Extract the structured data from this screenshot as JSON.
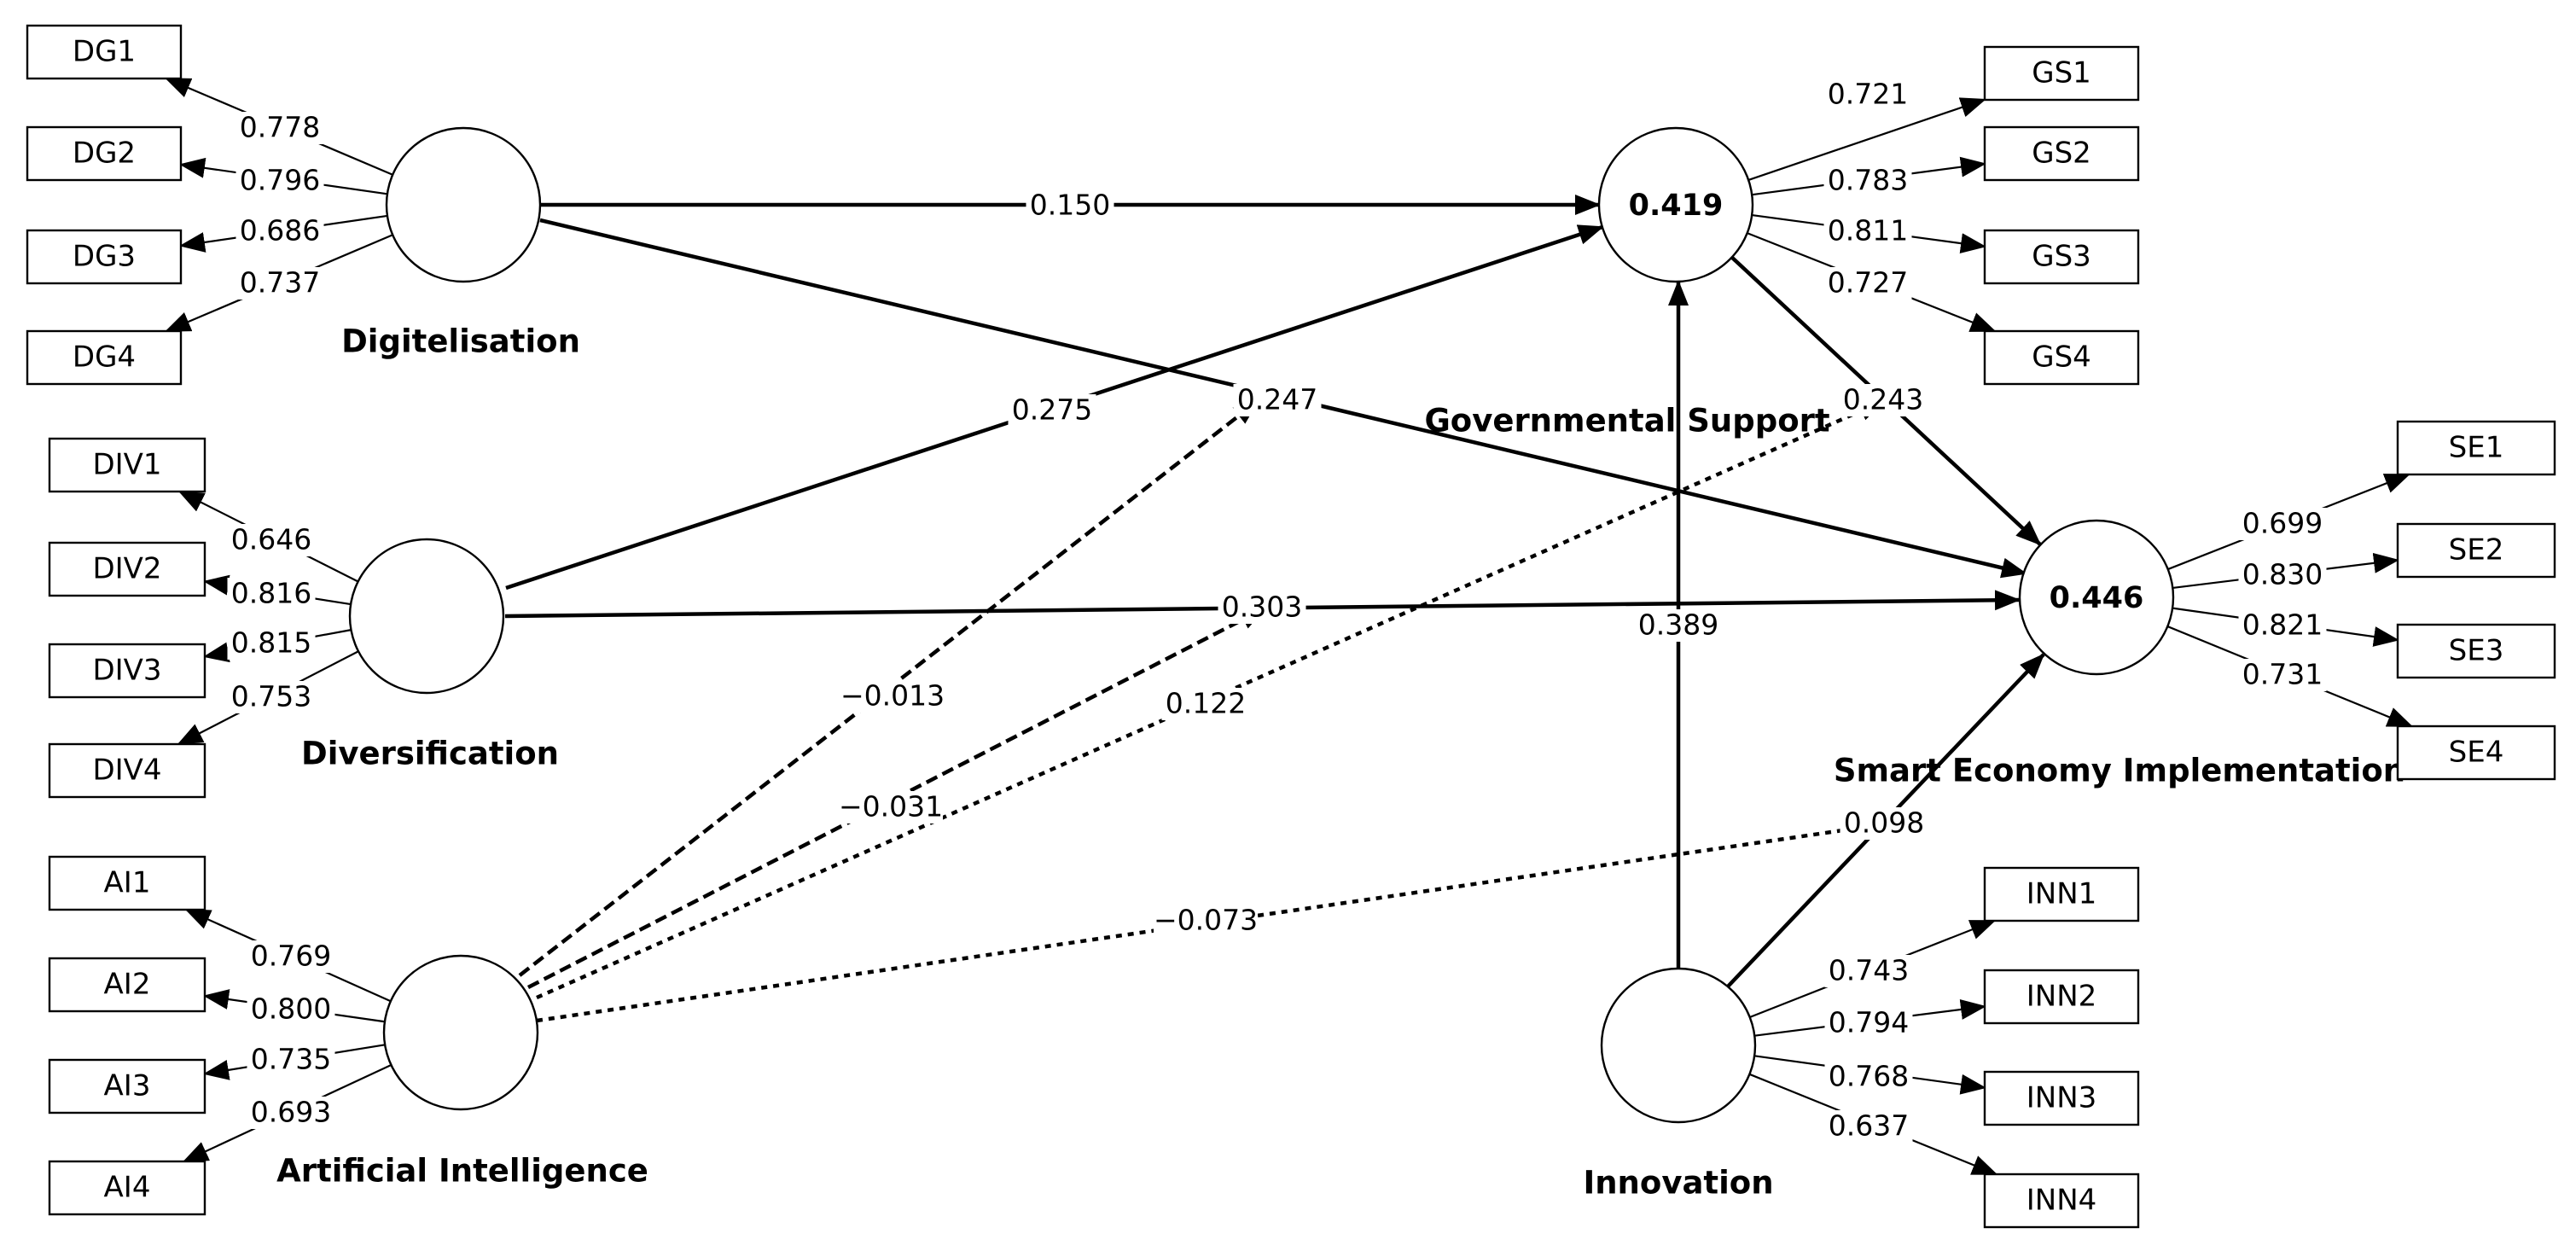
{
  "latents": [
    {
      "id": "dig",
      "name": "Digitelisation",
      "r2": ""
    },
    {
      "id": "div",
      "name": "Diversification",
      "r2": ""
    },
    {
      "id": "ai",
      "name": "Artificial Intelligence",
      "r2": ""
    },
    {
      "id": "gs",
      "name": "Governmental Support",
      "r2": "0.419"
    },
    {
      "id": "se",
      "name": "Smart Economy Implementation",
      "r2": "0.446"
    },
    {
      "id": "inn",
      "name": "Innovation",
      "r2": ""
    }
  ],
  "indicators": [
    {
      "id": "DG1",
      "latent": "dig",
      "loading": "0.778"
    },
    {
      "id": "DG2",
      "latent": "dig",
      "loading": "0.796"
    },
    {
      "id": "DG3",
      "latent": "dig",
      "loading": "0.686"
    },
    {
      "id": "DG4",
      "latent": "dig",
      "loading": "0.737"
    },
    {
      "id": "DIV1",
      "latent": "div",
      "loading": "0.646"
    },
    {
      "id": "DIV2",
      "latent": "div",
      "loading": "0.816"
    },
    {
      "id": "DIV3",
      "latent": "div",
      "loading": "0.815"
    },
    {
      "id": "DIV4",
      "latent": "div",
      "loading": "0.753"
    },
    {
      "id": "AI1",
      "latent": "ai",
      "loading": "0.769"
    },
    {
      "id": "AI2",
      "latent": "ai",
      "loading": "0.800"
    },
    {
      "id": "AI3",
      "latent": "ai",
      "loading": "0.735"
    },
    {
      "id": "AI4",
      "latent": "ai",
      "loading": "0.693"
    },
    {
      "id": "GS1",
      "latent": "gs",
      "loading": "0.721"
    },
    {
      "id": "GS2",
      "latent": "gs",
      "loading": "0.783"
    },
    {
      "id": "GS3",
      "latent": "gs",
      "loading": "0.811"
    },
    {
      "id": "GS4",
      "latent": "gs",
      "loading": "0.727"
    },
    {
      "id": "SE1",
      "latent": "se",
      "loading": "0.699"
    },
    {
      "id": "SE2",
      "latent": "se",
      "loading": "0.830"
    },
    {
      "id": "SE3",
      "latent": "se",
      "loading": "0.821"
    },
    {
      "id": "SE4",
      "latent": "se",
      "loading": "0.731"
    },
    {
      "id": "INN1",
      "latent": "inn",
      "loading": "0.743"
    },
    {
      "id": "INN2",
      "latent": "inn",
      "loading": "0.794"
    },
    {
      "id": "INN3",
      "latent": "inn",
      "loading": "0.768"
    },
    {
      "id": "INN4",
      "latent": "inn",
      "loading": "0.637"
    }
  ],
  "paths": [
    {
      "from": "dig",
      "to": "gs",
      "coef": "0.150",
      "style": "solid"
    },
    {
      "from": "dig",
      "to": "se",
      "coef": "0.247",
      "style": "solid"
    },
    {
      "from": "div",
      "to": "gs",
      "coef": "0.275",
      "style": "solid"
    },
    {
      "from": "div",
      "to": "se",
      "coef": "0.303",
      "style": "solid"
    },
    {
      "from": "gs",
      "to": "se",
      "coef": "0.243",
      "style": "solid"
    },
    {
      "from": "inn",
      "to": "gs",
      "coef": "0.389",
      "style": "solid"
    },
    {
      "from": "inn",
      "to": "se",
      "coef": "0.098",
      "style": "solid"
    },
    {
      "from": "ai",
      "to": "gs",
      "coef": "−0.013",
      "style": "dashed"
    },
    {
      "from": "ai",
      "to": "se",
      "coef": "−0.031",
      "style": "dashed"
    },
    {
      "from": "ai",
      "to": "gs",
      "coef": "0.122",
      "style": "dotted"
    },
    {
      "from": "ai",
      "to": "se",
      "coef": "−0.073",
      "style": "dotted"
    }
  ]
}
